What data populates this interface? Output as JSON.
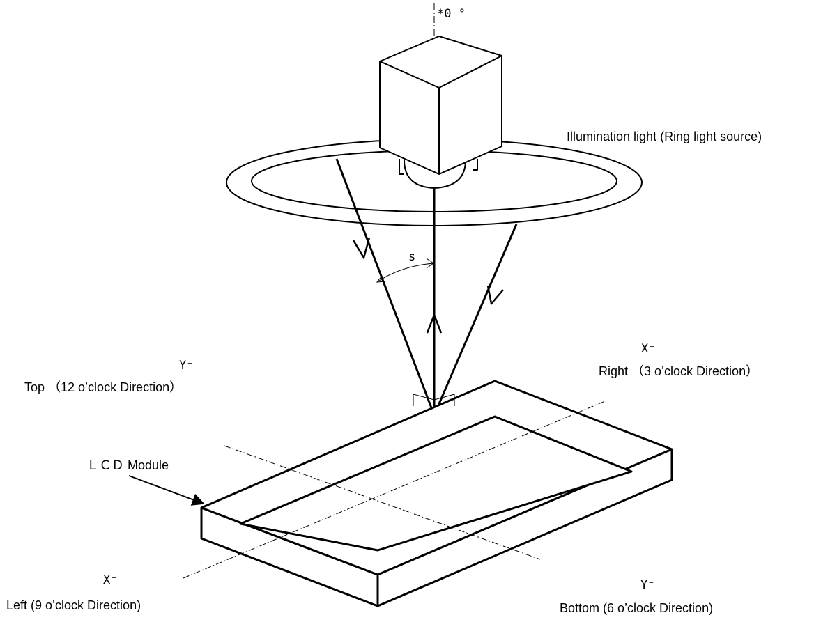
{
  "figure": {
    "zenith_label": "*0 °",
    "theta_symbol": "s",
    "light_label": "Illumination light (Ring light source)",
    "module_label": "ＬＣＤ Module",
    "axes": {
      "y_plus": {
        "symbol": "Y⁺",
        "label": "Top （12 o’clock Direction）"
      },
      "x_plus": {
        "symbol": "X⁺",
        "label": "Right （3 o’clock Direction）"
      },
      "y_minus": {
        "symbol": "Y⁻",
        "label": "Bottom (6 o’clock Direction)"
      },
      "x_minus": {
        "symbol": "X⁻",
        "label": "Left (9  o’clock Direction)"
      }
    }
  }
}
